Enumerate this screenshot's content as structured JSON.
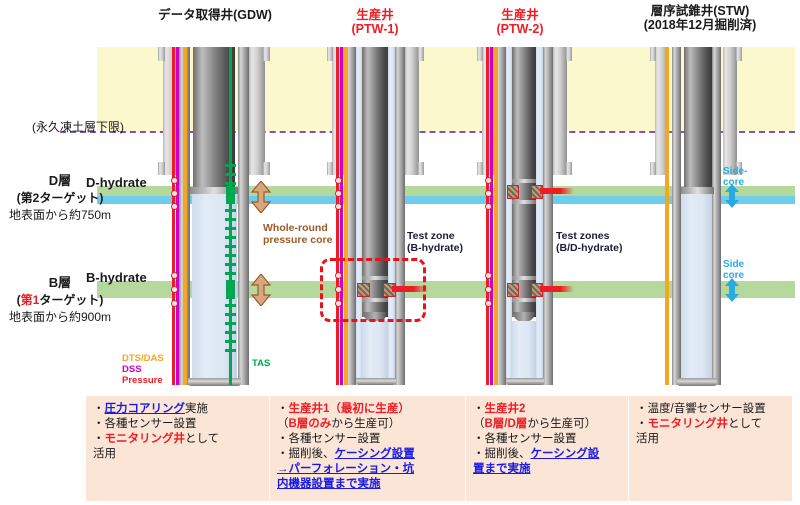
{
  "wells": [
    {
      "id": "gdw",
      "title": "データ取得井(GDW)",
      "subtitle": "",
      "title_color": "#1a1a1a"
    },
    {
      "id": "ptw1",
      "title": "生産井",
      "subtitle": "(PTW-1)",
      "title_color": "#ee1c25"
    },
    {
      "id": "ptw2",
      "title": "生産井",
      "subtitle": "(PTW-2)",
      "title_color": "#ee1c25"
    },
    {
      "id": "stw",
      "title": "層序試錐井(STW)",
      "subtitle": "(2018年12月掘削済)",
      "title_color": "#1a1a1a"
    }
  ],
  "strata": {
    "permafrost_note": "(永久凍土層下限)",
    "d_layer": {
      "name_jp": "D層",
      "target_jp": "(第2ターゲット)",
      "depth_jp": "地表面から約750m",
      "depth_value": "約750m",
      "hydrate_label": "D-hydrate",
      "band_green": "#b5d99c",
      "band_blue": "#6fcdeb"
    },
    "b_layer": {
      "name_jp": "B層",
      "target_prefix": "(",
      "target_num": "第1",
      "target_suffix": "ターゲット)",
      "depth_jp": "地表面から約900m",
      "depth_value": "約900m",
      "hydrate_label": "B-hydrate",
      "band_green": "#b5d99c"
    },
    "permafrost_color": "#fbf8cd",
    "permafrost_line_color": "#8a4fa8"
  },
  "annotations": {
    "whole_round": "Whole-round\npressure core",
    "whole_round_l1": "Whole-round",
    "whole_round_l2": "pressure core",
    "test_zone_1_l1": "Test zone",
    "test_zone_1_l2": "(B-hydrate)",
    "test_zone_2_l1": "Test zones",
    "test_zone_2_l2": "(B/D-hydrate)",
    "sidewall_core_l1": "Side-",
    "sidewall_core_l2": "core",
    "sidewall_core_2_l1": "Side",
    "sidewall_core_2_l2": "core"
  },
  "sensor_legend": {
    "dts_das": "DTS/DAS",
    "dss": "DSS",
    "pressure": "Pressure",
    "tas": "TAS",
    "colors": {
      "dts_das": "#f5a623",
      "dss": "#cc00cc",
      "pressure": "#ee1c25",
      "tas": "#00a651"
    }
  },
  "notes": [
    {
      "id": "gdw-notes",
      "lines": [
        [
          {
            "t": "・",
            "s": "plain"
          },
          {
            "t": "圧力コアリング",
            "s": "blue"
          },
          {
            "t": "実施",
            "s": "plain"
          }
        ],
        [
          {
            "t": "・各種センサー設置",
            "s": "plain"
          }
        ],
        [
          {
            "t": "・",
            "s": "plain"
          },
          {
            "t": "モニタリング井",
            "s": "red"
          },
          {
            "t": "として",
            "s": "plain"
          }
        ],
        [
          {
            "t": "活用",
            "s": "plain"
          }
        ]
      ]
    },
    {
      "id": "ptw1-notes",
      "lines": [
        [
          {
            "t": "・",
            "s": "plain"
          },
          {
            "t": "生産井1（最初に生産）",
            "s": "red"
          }
        ],
        [
          {
            "t": "（",
            "s": "plain"
          },
          {
            "t": "B層のみ",
            "s": "red"
          },
          {
            "t": "から生産可）",
            "s": "plain"
          }
        ],
        [
          {
            "t": "・各種センサー設置",
            "s": "plain"
          }
        ],
        [
          {
            "t": "・掘削後、",
            "s": "plain"
          },
          {
            "t": "ケーシング設置",
            "s": "blue"
          }
        ],
        [
          {
            "t": "→パーフォレーション・坑",
            "s": "blue"
          }
        ],
        [
          {
            "t": "内機器設置まで実施",
            "s": "blue"
          }
        ]
      ]
    },
    {
      "id": "ptw2-notes",
      "lines": [
        [
          {
            "t": "・",
            "s": "plain"
          },
          {
            "t": "生産井2",
            "s": "red"
          }
        ],
        [
          {
            "t": "（",
            "s": "plain"
          },
          {
            "t": "B層/D層",
            "s": "red"
          },
          {
            "t": "から生産可）",
            "s": "plain"
          }
        ],
        [
          {
            "t": "・各種センサー設置",
            "s": "plain"
          }
        ],
        [
          {
            "t": "・掘削後、",
            "s": "plain"
          },
          {
            "t": "ケーシング設",
            "s": "blue"
          }
        ],
        [
          {
            "t": "置まで実施",
            "s": "blue"
          }
        ]
      ]
    },
    {
      "id": "stw-notes",
      "lines": [
        [
          {
            "t": "・温度/音響センサー設置",
            "s": "plain"
          }
        ],
        [
          {
            "t": "・",
            "s": "plain"
          },
          {
            "t": "モニタリング井",
            "s": "red"
          },
          {
            "t": "として",
            "s": "plain"
          }
        ],
        [
          {
            "t": "活用",
            "s": "plain"
          }
        ]
      ]
    }
  ]
}
